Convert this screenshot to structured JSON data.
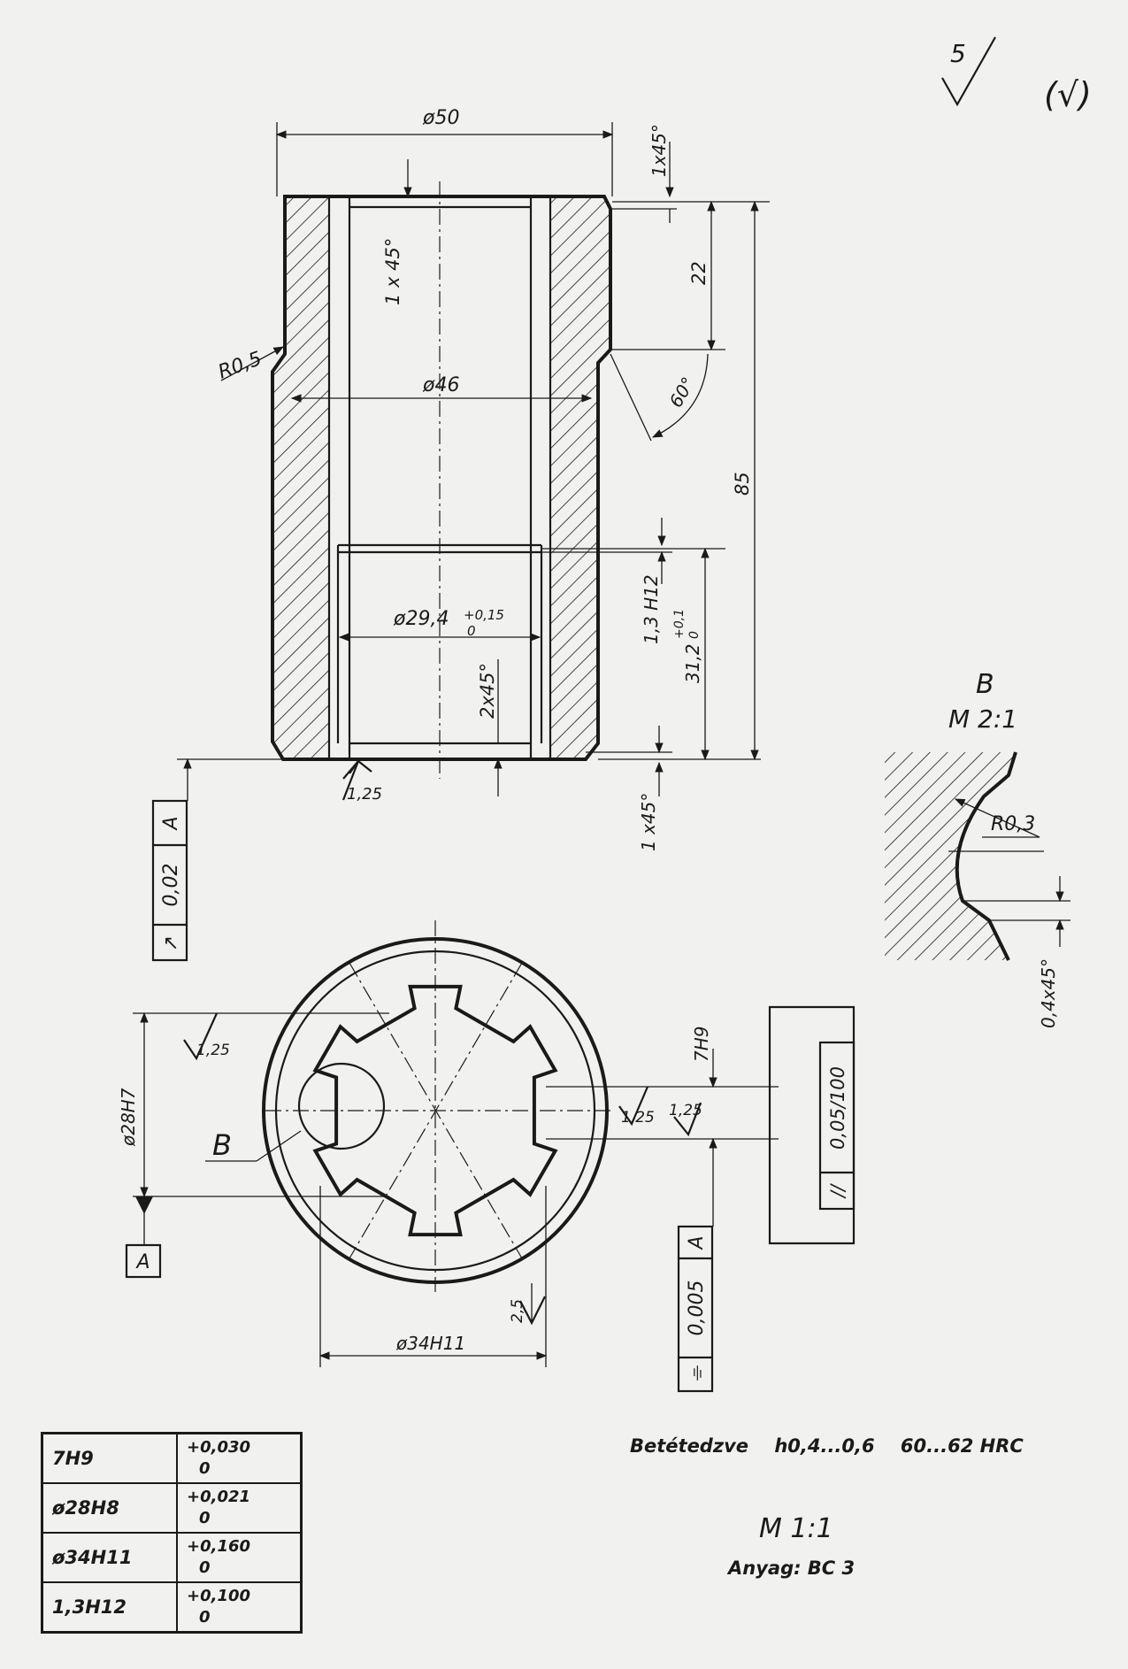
{
  "surface_symbol": {
    "main": "5",
    "bracket": "(√)"
  },
  "section_view": {
    "outer_diameter": "ø50",
    "bore_diameter": "ø46",
    "groove_diameter": "ø29,4",
    "groove_tol_upper": "+0,15",
    "groove_tol_lower": "0",
    "chamfer_top_right": "1x45°",
    "chamfer_bore_top": "1 x 45°",
    "chamfer_bore_bottom": "2x45°",
    "chamfer_bottom_right": "1 x45°",
    "radius_left": "R0,5",
    "length_22": "22",
    "angle_60": "60°",
    "length_total": "85",
    "width_1_3": "1,3 H12",
    "length_31_2": "31,2",
    "len31_tol_upper": "+0,1",
    "len31_tol_lower": "0",
    "roughness_bottom": "1,25"
  },
  "fcf_runout": {
    "symbol": "↗",
    "value": "0,02",
    "datum": "A"
  },
  "detail_b": {
    "letter": "B",
    "scale": "M 2:1",
    "radius": "R0,3",
    "chamfer": "0,4x45°"
  },
  "end_view": {
    "diameter_28": "ø28H7",
    "roughness_top": "1,25",
    "label_b": "B",
    "slot_width": "7H9",
    "roughness_right_1": "1,25",
    "roughness_right_2": "1,25",
    "roughness_bottom": "2,5",
    "diameter_34": "ø34H11",
    "datum_label": "A"
  },
  "fcf_parallel": {
    "symbol": "//",
    "value": "0,05/100"
  },
  "fcf_symmetry": {
    "symbol": "⌯",
    "value": "0,005",
    "datum": "A"
  },
  "tolerance_table": [
    {
      "fit": "7H9",
      "upper": "+0,030",
      "lower": "0"
    },
    {
      "fit": "ø28H8",
      "upper": "+0,021",
      "lower": "0"
    },
    {
      "fit": "ø34H11",
      "upper": "+0,160",
      "lower": "0"
    },
    {
      "fit": "1,3H12",
      "upper": "+0,100",
      "lower": "0"
    }
  ],
  "notes": {
    "hardening": "Betétedzve",
    "depth": "h0,4...0,6",
    "hardness": "60...62 HRC",
    "scale": "M 1:1",
    "material": "Anyag: BC 3"
  }
}
